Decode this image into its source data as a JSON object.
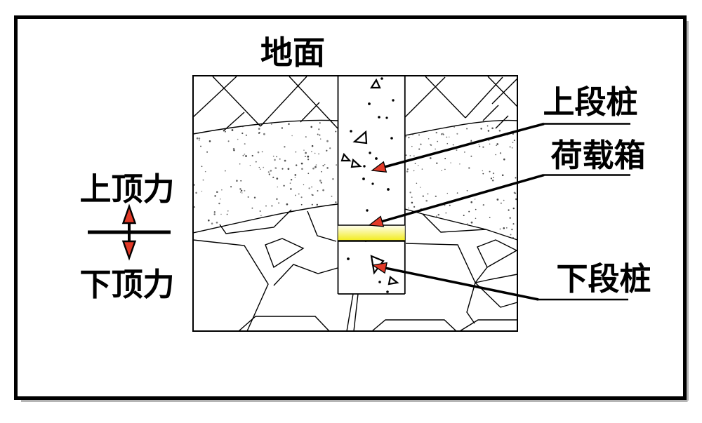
{
  "diagram": {
    "ground_label": "地面",
    "force": {
      "up": "上顶力",
      "down": "下顶力"
    },
    "callouts": {
      "upper_pile": "上段桩",
      "load_box": "荷载箱",
      "lower_pile": "下段桩"
    },
    "colors": {
      "arrow_red": "#e23a28",
      "load_box_pale": "#fffef2",
      "load_box_yellow": "#f2ec1c",
      "ink": "#000000",
      "background": "#ffffff"
    }
  }
}
